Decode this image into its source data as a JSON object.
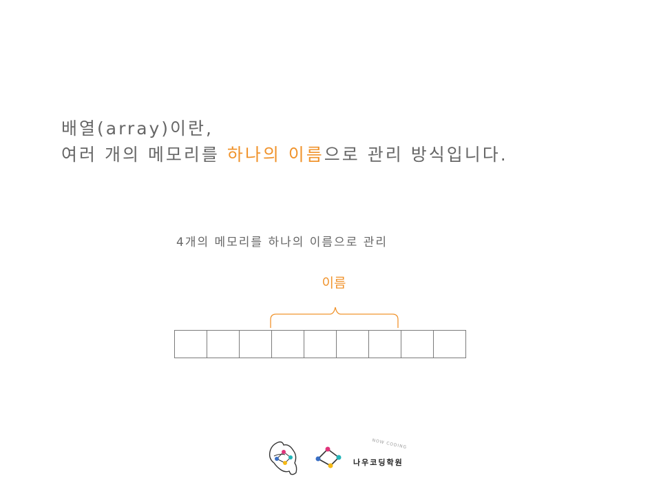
{
  "heading": {
    "line1": "배열(array)이란,",
    "line2_prefix": "여러 개의 메모리를 ",
    "line2_highlight": "하나의 이름",
    "line2_suffix": "으로 관리 방식입니다."
  },
  "diagram": {
    "caption": "4개의 메모리를 하나의 이름으로 관리",
    "brace_label": "이름",
    "cell_count": 9,
    "highlight_color": "#f0932c"
  },
  "brand": {
    "name": "나우코딩학원",
    "subtitle": "NOW CODING"
  }
}
